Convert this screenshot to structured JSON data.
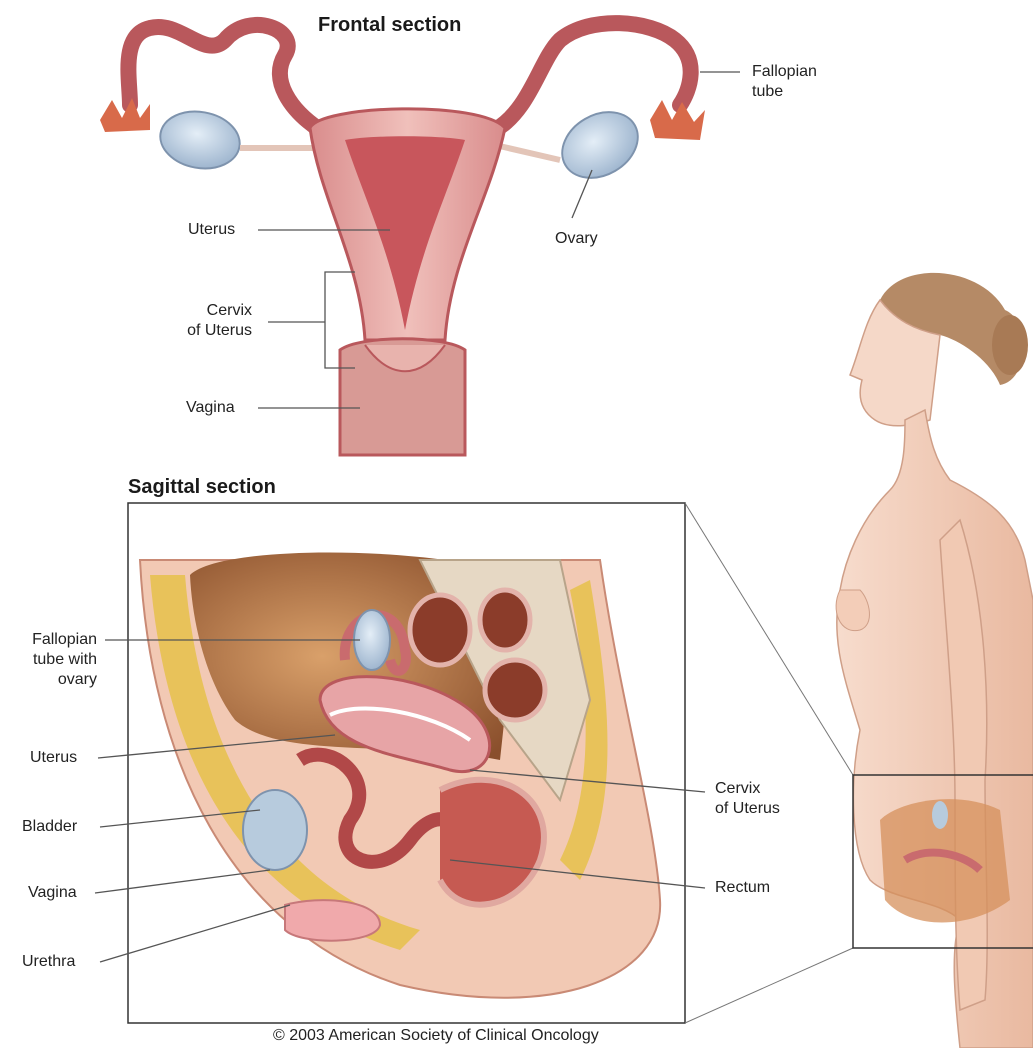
{
  "frontal": {
    "title": "Frontal section",
    "labels": {
      "fallopian_tube": "Fallopian\ntube",
      "ovary": "Ovary",
      "uterus": "Uterus",
      "cervix": "Cervix\nof Uterus",
      "vagina": "Vagina"
    }
  },
  "sagittal": {
    "title": "Sagittal section",
    "labels": {
      "fallopian_tube_ovary": "Fallopian\ntube with\novary",
      "uterus": "Uterus",
      "bladder": "Bladder",
      "vagina": "Vagina",
      "urethra": "Urethra",
      "cervix": "Cervix\nof Uterus",
      "rectum": "Rectum"
    }
  },
  "credit": "© 2003 American Society of Clinical Oncology",
  "colors": {
    "tissue": "#c96b6e",
    "tissue_light": "#e9a7a7",
    "ovary": "#b9cde0",
    "fat": "#e8c25a",
    "skin": "#f4d2c0",
    "hair": "#b58a66",
    "line": "#555555"
  }
}
